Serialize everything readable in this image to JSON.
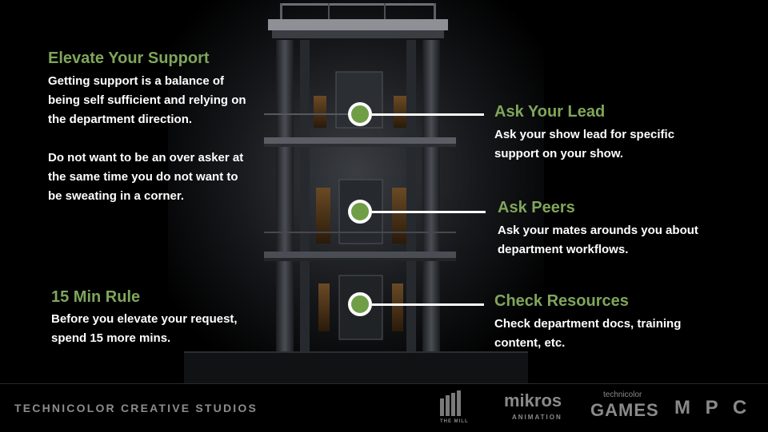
{
  "left_top": {
    "title": "Elevate Your Support",
    "paragraph1": "Getting support is a balance of being self sufficient and relying on the department direction.",
    "paragraph2": "Do not want to be an over asker at the same time you do not want to be sweating in a corner."
  },
  "left_bottom": {
    "title": "15 Min Rule",
    "text": "Before you elevate your request, spend 15 more mins."
  },
  "steps": [
    {
      "title": "Ask Your Lead",
      "text": "Ask your show lead for specific support on your show."
    },
    {
      "title": "Ask Peers",
      "text": "Ask your mates arounds you about department workflows."
    },
    {
      "title": "Check Resources",
      "text": "Check department docs, training content, etc."
    }
  ],
  "footer": {
    "brand": "TECHNICOLOR CREATIVE STUDIOS",
    "logos": {
      "the_mill": "THE MILL",
      "mikros_top": "mikros",
      "mikros_bottom": "ANIMATION",
      "games_top": "technicolor",
      "games_bottom": "GAMES",
      "mpc": "M P C"
    }
  },
  "icons": {
    "step_dot": "green-circle-icon",
    "the_mill": "bars-logo-icon"
  },
  "colors": {
    "accent": "#7fa65a",
    "dot": "#6f9e47",
    "text": "#ffffff",
    "background": "#000000"
  }
}
